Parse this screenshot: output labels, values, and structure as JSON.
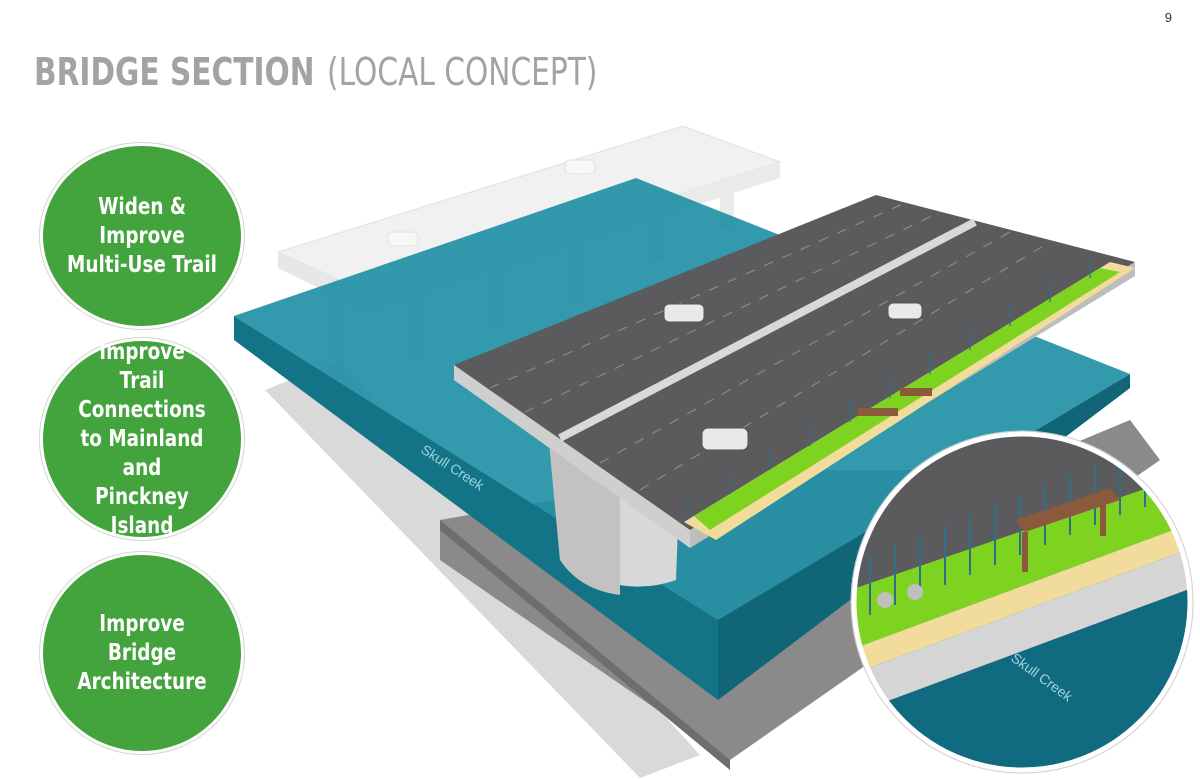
{
  "page_number": "9",
  "title": {
    "main": "BRIDGE SECTION",
    "sub": "(LOCAL CONCEPT)"
  },
  "goals": [
    {
      "label": "Widen & Improve\nMulti-Use Trail"
    },
    {
      "label": "Improve\nTrail Connections\nto Mainland and\nPinckney Island"
    },
    {
      "label": "Improve Bridge\nArchitecture"
    }
  ],
  "water_label": "Skull Creek",
  "inset_water_label": "Skull Creek",
  "colors": {
    "goal_circle": "#43a33d",
    "water": "#1c8fa3",
    "deck": "#5a5a5c",
    "trail_lawn": "#7ed321",
    "trail_path": "#f1dc9b"
  }
}
